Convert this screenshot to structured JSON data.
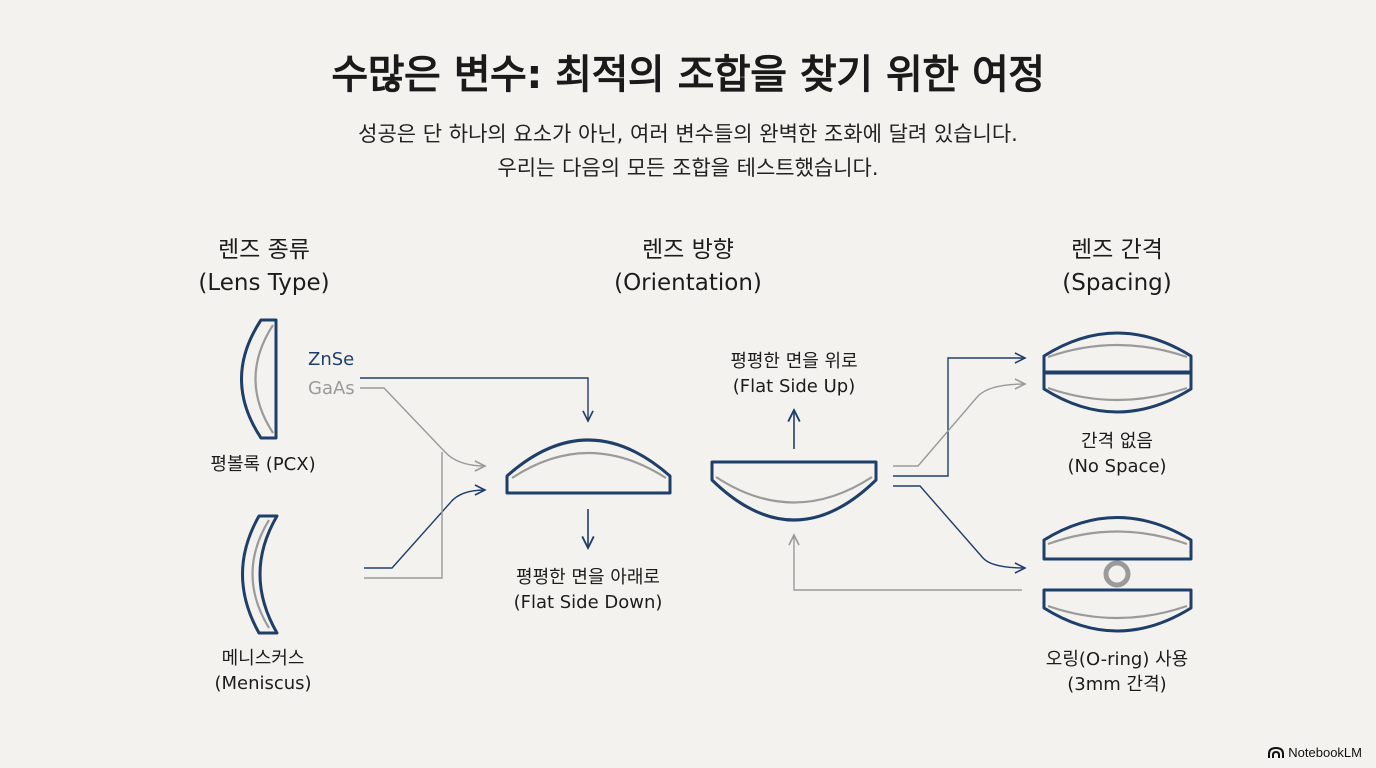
{
  "title": "수많은 변수: 최적의 조합을 찾기 위한 여정",
  "subtitle_line1": "성공은 단 하나의 요소가 아닌, 여러 변수들의 완벽한 조화에 달려 있습니다.",
  "subtitle_line2": "우리는 다음의 모든 조합을 테스트했습니다.",
  "columns": {
    "lens_type": {
      "ko": "렌즈 종류",
      "en": "(Lens Type)"
    },
    "orientation": {
      "ko": "렌즈 방향",
      "en": "(Orientation)"
    },
    "spacing": {
      "ko": "렌즈 간격",
      "en": "(Spacing)"
    }
  },
  "lens_types": {
    "pcx": {
      "label": "평볼록 (PCX)"
    },
    "meniscus": {
      "ko": "메니스커스",
      "en": "(Meniscus)"
    }
  },
  "materials": {
    "znse": {
      "name": "ZnSe",
      "color": "#1f3f6b"
    },
    "gaas": {
      "name": "GaAs",
      "color": "#9a9a9a"
    }
  },
  "orientations": {
    "down": {
      "ko": "평평한 면을 아래로",
      "en": "(Flat Side Down)"
    },
    "up": {
      "ko": "평평한 면을 위로",
      "en": "(Flat Side Up)"
    }
  },
  "spacings": {
    "none": {
      "ko": "간격 없음",
      "en": "(No Space)"
    },
    "oring": {
      "ko": "오링(O-ring) 사용",
      "en": "(3mm 간격)"
    }
  },
  "brand": "NotebookLM",
  "colors": {
    "navy": "#1f3f6b",
    "gray": "#9a9a9a",
    "background": "#f3f2ee"
  }
}
